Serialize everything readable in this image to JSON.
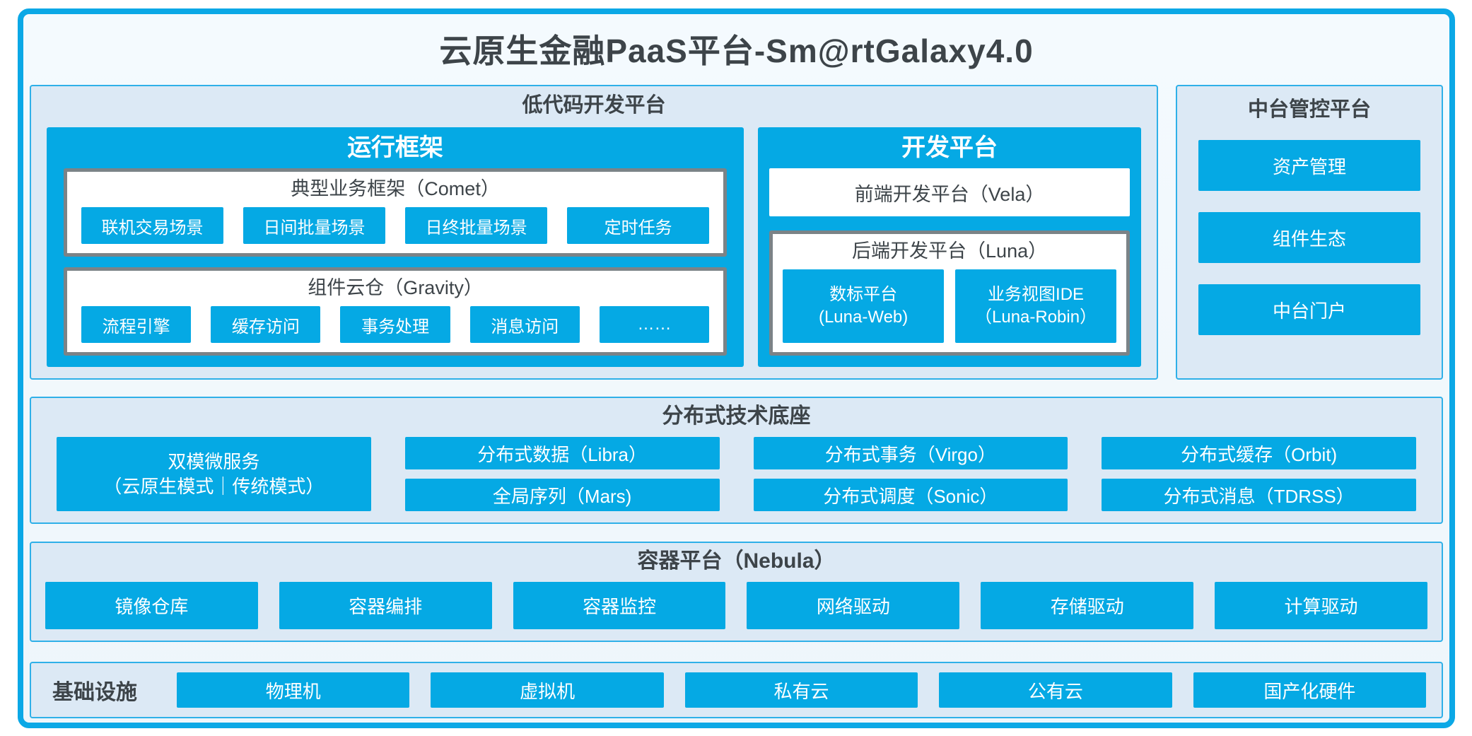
{
  "title": "云原生金融PaaS平台-Sm@rtGalaxy4.0",
  "colors": {
    "accent_blue": "#05a9e4",
    "panel_bg": "#dce9f5",
    "panel_border": "#2fb0e8",
    "frame_border": "#0ba8e6",
    "page_bg": "#f4fafe",
    "dark_text": "#3d4449",
    "box_border_gray": "#7b8387"
  },
  "low_code": {
    "title": "低代码开发平台",
    "runtime": {
      "title": "运行框架",
      "comet": {
        "title": "典型业务框架（Comet）",
        "items": [
          "联机交易场景",
          "日间批量场景",
          "日终批量场景",
          "定时任务"
        ]
      },
      "gravity": {
        "title": "组件云仓（Gravity）",
        "items": [
          "流程引擎",
          "缓存访问",
          "事务处理",
          "消息访问",
          "……"
        ]
      }
    },
    "dev": {
      "title": "开发平台",
      "vela_label": "前端开发平台（Vela）",
      "luna": {
        "title": "后端开发平台（Luna）",
        "items": [
          {
            "line1": "数标平台",
            "line2": "(Luna-Web)"
          },
          {
            "line1": "业务视图IDE",
            "line2": "（Luna-Robin）"
          }
        ]
      }
    }
  },
  "mid_platform": {
    "title": "中台管控平台",
    "items": [
      "资产管理",
      "组件生态",
      "中台门户"
    ]
  },
  "distributed": {
    "title": "分布式技术底座",
    "dual_mode": {
      "line1": "双模微服务",
      "line2": "（云原生模式｜传统模式）"
    },
    "cells": {
      "data": "分布式数据（Libra）",
      "sequence": "全局序列（Mars)",
      "transaction": "分布式事务（Virgo）",
      "scheduling": "分布式调度（Sonic）",
      "cache": "分布式缓存（Orbit)",
      "message": "分布式消息（TDRSS）"
    }
  },
  "container_platform": {
    "title": "容器平台（Nebula）",
    "items": [
      "镜像仓库",
      "容器编排",
      "容器监控",
      "网络驱动",
      "存储驱动",
      "计算驱动"
    ]
  },
  "infrastructure": {
    "title": "基础设施",
    "items": [
      "物理机",
      "虚拟机",
      "私有云",
      "公有云",
      "国产化硬件"
    ]
  }
}
